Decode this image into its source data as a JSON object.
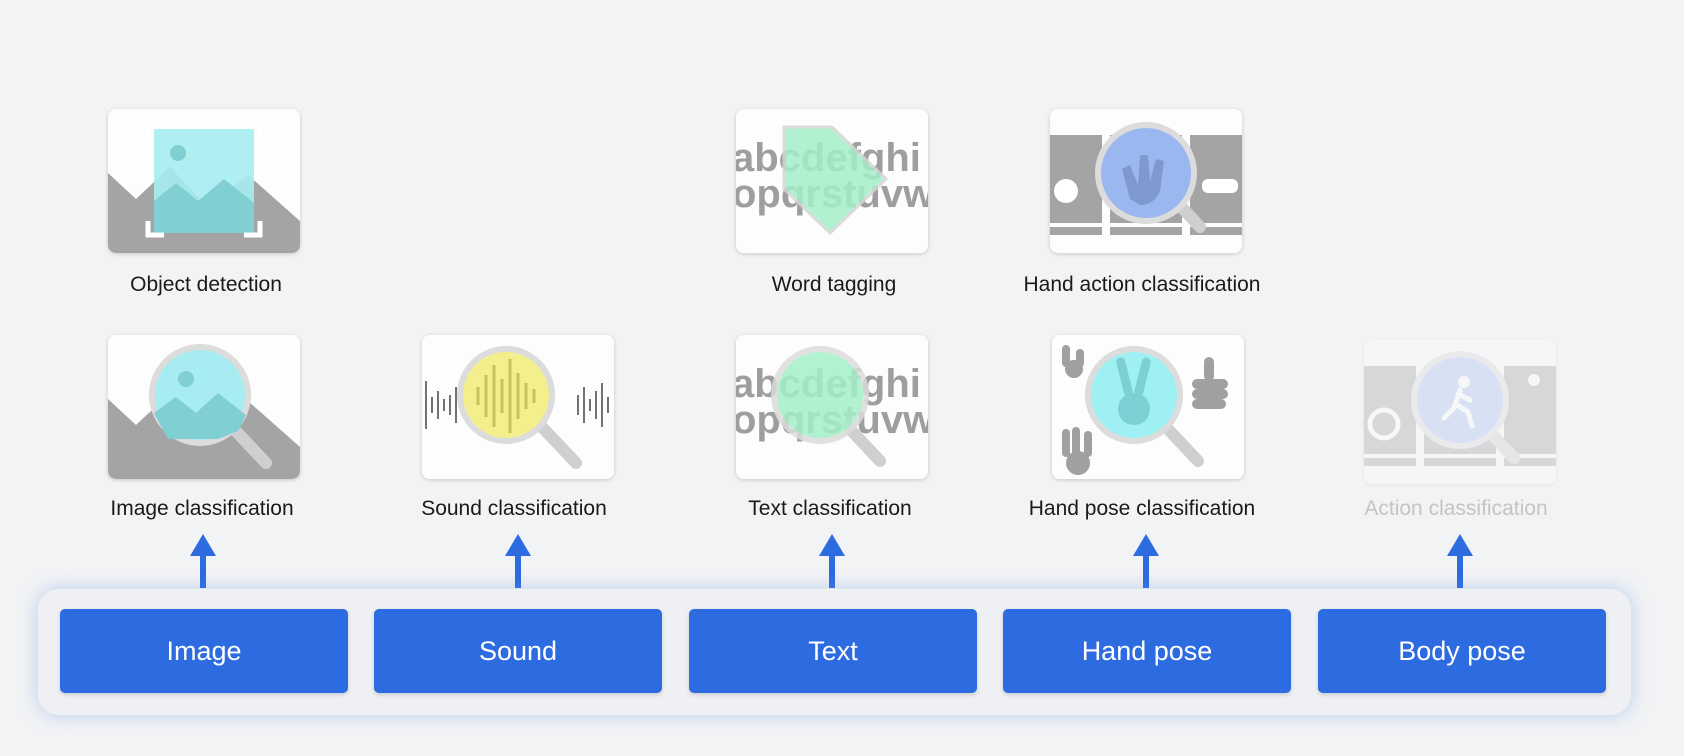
{
  "top_row": [
    {
      "id": "object-detection",
      "label": "Object detection"
    },
    {
      "id": "word-tagging",
      "label": "Word tagging"
    },
    {
      "id": "hand-action-classification",
      "label": "Hand action classification"
    }
  ],
  "mid_row": [
    {
      "id": "image-classification",
      "label": "Image classification"
    },
    {
      "id": "sound-classification",
      "label": "Sound classification"
    },
    {
      "id": "text-classification",
      "label": "Text classification"
    },
    {
      "id": "hand-pose-classification",
      "label": "Hand pose classification"
    },
    {
      "id": "action-classification",
      "label": "Action classification",
      "dimmed": true
    }
  ],
  "inputs": [
    {
      "id": "image",
      "label": "Image"
    },
    {
      "id": "sound",
      "label": "Sound"
    },
    {
      "id": "text",
      "label": "Text"
    },
    {
      "id": "hand-pose",
      "label": "Hand pose"
    },
    {
      "id": "body-pose",
      "label": "Body pose"
    }
  ],
  "card_text": {
    "letters_line1": "abcdefghi",
    "letters_line2": "opqrstuvw"
  },
  "colors": {
    "accent": "#2d6be0",
    "image_tint": "#a6ecf0",
    "sound_tint": "#f3ef8c",
    "text_tint": "#a4f0c8",
    "hand_action_tint": "#9ab8ef",
    "hand_pose_tint": "#9ef0f2",
    "action_tint": "#a9c2f0"
  }
}
